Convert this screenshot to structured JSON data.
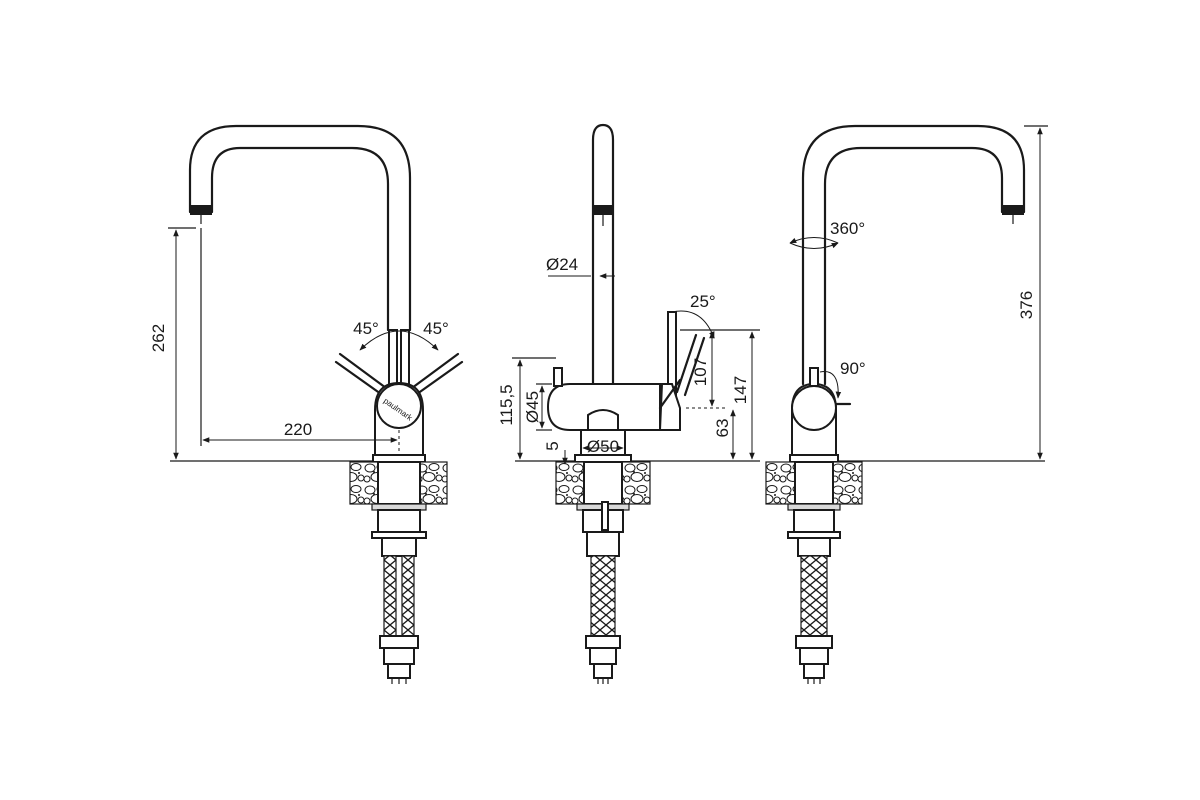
{
  "brand": {
    "logo_text": "paulmark"
  },
  "views": {
    "front": {
      "dims": {
        "height_spout": "262",
        "reach": "220",
        "handle_left": "45°",
        "handle_right": "45°"
      }
    },
    "side": {
      "dims": {
        "spout_dia": "Ø24",
        "lever_tilt": "25°",
        "body_height": "115,5",
        "body_dia": "Ø45",
        "lever_107": "107",
        "lever_147": "147",
        "lever_63": "63",
        "base_dia": "Ø50",
        "gap": "5"
      }
    },
    "back": {
      "dims": {
        "swivel": "360°",
        "lever_rotation": "90°",
        "total_height": "376"
      }
    }
  },
  "icons": [
    "faucet-front-view",
    "faucet-side-view",
    "faucet-back-view",
    "stone-countertop-icon",
    "braided-hose-icon"
  ]
}
